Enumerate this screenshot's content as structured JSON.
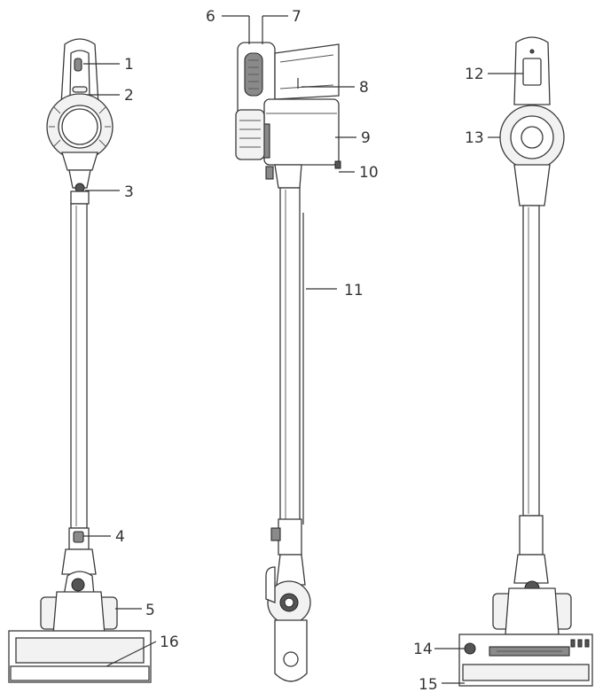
{
  "labels": [
    "1",
    "2",
    "3",
    "4",
    "5",
    "6",
    "7",
    "8",
    "9",
    "10",
    "11",
    "12",
    "13",
    "14",
    "15",
    "16"
  ],
  "views": {
    "front": "front-view-vacuum",
    "side": "side-view-vacuum",
    "rear": "rear-view-vacuum"
  },
  "colors": {
    "line": "#333333",
    "shade": "#8a8a8a",
    "background": "#ffffff"
  }
}
